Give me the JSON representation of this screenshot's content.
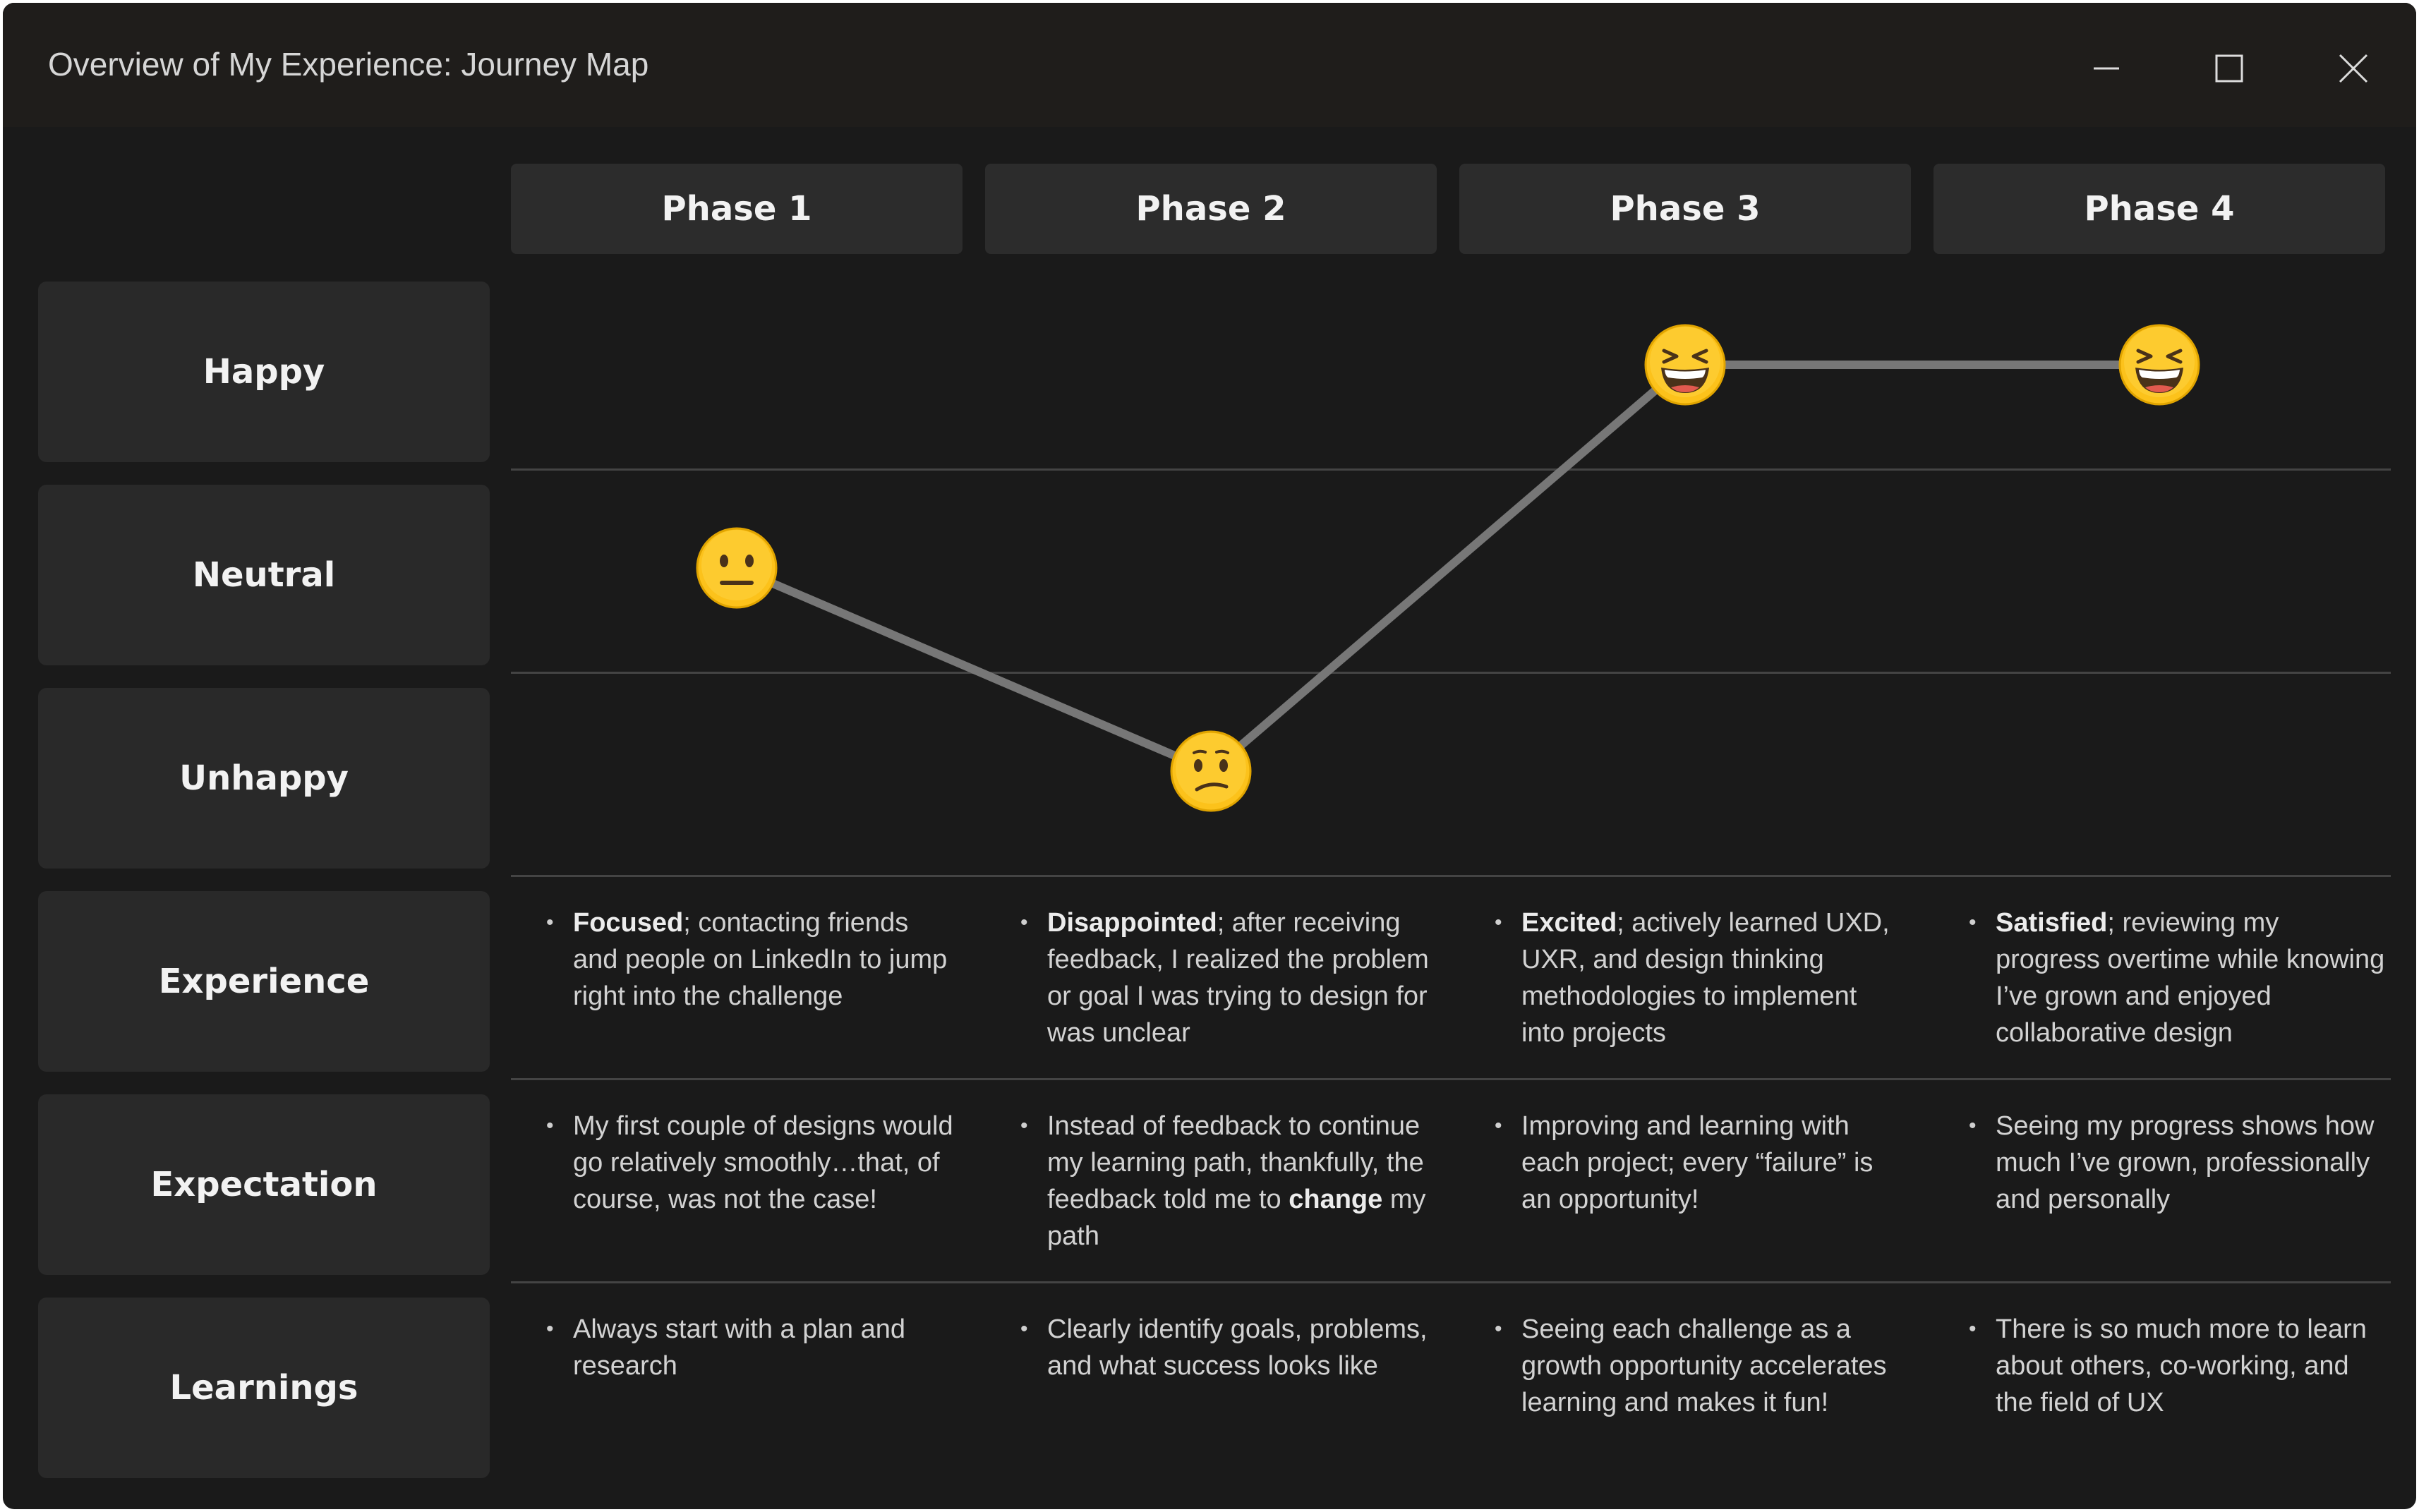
{
  "window": {
    "title": "Overview of My Experience: Journey Map",
    "controls": [
      "minimize-icon",
      "maximize-icon",
      "close-icon"
    ]
  },
  "phases": [
    "Phase 1",
    "Phase 2",
    "Phase 3",
    "Phase 4"
  ],
  "row_labels": [
    "Happy",
    "Neutral",
    "Unhappy",
    "Experience",
    "Expectation",
    "Learnings"
  ],
  "journey": {
    "emotion_levels": [
      "Happy",
      "Neutral",
      "Unhappy"
    ],
    "points": [
      {
        "phase": "Phase 1",
        "level": "Neutral",
        "emoji": "neutral-face-icon"
      },
      {
        "phase": "Phase 2",
        "level": "Unhappy",
        "emoji": "confused-face-icon"
      },
      {
        "phase": "Phase 3",
        "level": "Happy",
        "emoji": "grinning-squinting-face-icon"
      },
      {
        "phase": "Phase 4",
        "level": "Happy",
        "emoji": "grinning-squinting-face-icon"
      }
    ]
  },
  "experience": [
    {
      "bold": "Focused",
      "rest": "; contacting friends and people on LinkedIn to jump right into the challenge"
    },
    {
      "bold": "Disappointed",
      "rest": "; after receiving feedback, I realized the problem or goal I was trying to design for was unclear"
    },
    {
      "bold": "Excited",
      "rest": "; actively learned UXD, UXR, and design thinking methodologies to implement into projects"
    },
    {
      "bold": "Satisfied",
      "rest": "; reviewing my progress overtime while knowing I’ve grown and enjoyed collaborative design"
    }
  ],
  "expectation": [
    {
      "text": "My first couple of designs would go relatively smoothly…that, of course, was not the case!"
    },
    {
      "pre": "Instead of feedback to continue my learning path, thankfully, the feedback told me to ",
      "bold": "change",
      "post": " my path"
    },
    {
      "text": "Improving and learning with each project; every “failure” is an opportunity!"
    },
    {
      "text": "Seeing my progress shows how much I’ve grown, professionally and personally"
    }
  ],
  "learnings": [
    "Always start with a plan and research",
    "Clearly identify goals, problems, and what success looks like",
    "Seeing each challenge as a growth opportunity accelerates learning and makes it fun!",
    "There is so much more to learn about others, co-working, and the field of UX"
  ],
  "colors": {
    "background": "#1a1a1a",
    "titlebar": "#1f1d1b",
    "header_cell": "#2c2c2c",
    "row_cell": "#292929",
    "line": "#777777",
    "divider": "#444444",
    "emoji_yellow": "#fcc21b"
  }
}
